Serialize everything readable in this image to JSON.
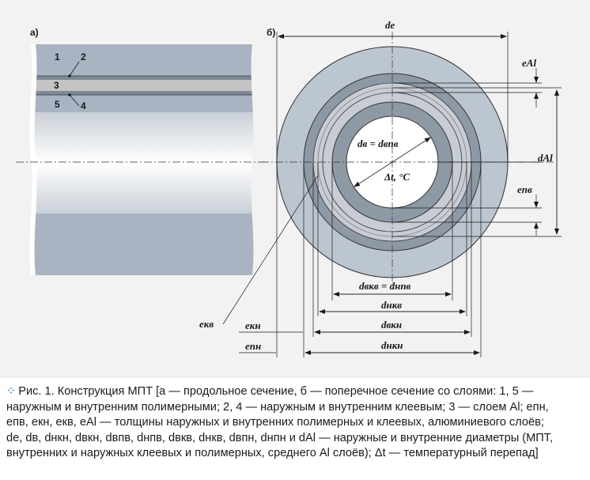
{
  "figure": {
    "panel_a": "а)",
    "panel_b": "б)",
    "layer_numbers": [
      "1",
      "2",
      "3",
      "4",
      "5"
    ],
    "labels": {
      "d_e": "de",
      "e_Al": "eAl",
      "d_Al": "dAl",
      "e_pv": "eпв",
      "d_v_eq": "dв = dвпв",
      "delta_t": "Δt, °C",
      "d_vkv_eq": "dвкв = dнпв",
      "d_nkv": "dнкв",
      "d_vkn": "dвкн",
      "d_nkn": "dнкн",
      "e_kv": "eкв",
      "e_kn": "eкн",
      "e_pn": "eпн"
    }
  },
  "caption": {
    "lines": [
      "Рис. 1. Конструкция МПТ [а — продольное сечение, б — поперечное сечение со слоями: 1, 5 —",
      "наружным и внутренним полимерными; 2, 4 — наружным и внутренним клеевым; 3 — слоем Al; eпн,",
      "eпв, eкн, eкв, eAl — толщины наружных и внутренних полимерных и клеевых, алюминиевого слоёв;",
      "de, dв, dнкн, dвкн, dвпв, dнпв, dвкв, dнкв, dвпн, dнпн и dAl — наружные и внутренние диаметры (МПТ,",
      "внутренних и наружных клеевых и полимерных, среднего Al слоёв); Δt — температурный перепад]"
    ]
  },
  "colors": {
    "polymer": "#a8b4c1",
    "adhesive": "#c8ccd4",
    "aluminium": "#c4c4c4",
    "core": "#ffffff",
    "bullet": "#6aa5c8"
  }
}
